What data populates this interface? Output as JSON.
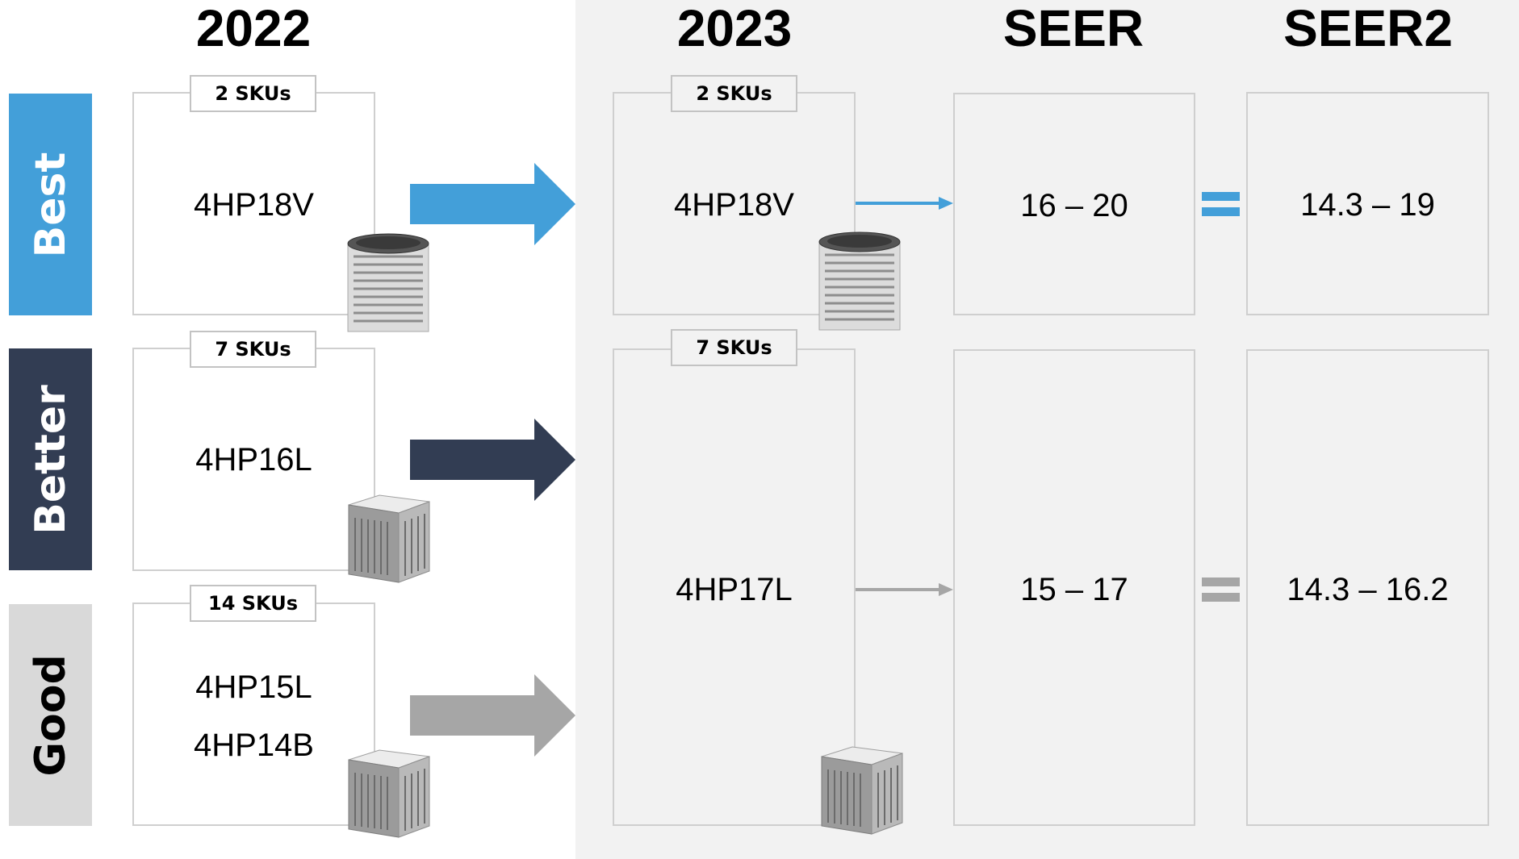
{
  "headers": {
    "y2022": "2022",
    "y2023": "2023",
    "seer": "SEER",
    "seer2": "SEER2"
  },
  "tiers": [
    {
      "label": "Best",
      "color": "#439fd9"
    },
    {
      "label": "Better",
      "color": "#323d53"
    },
    {
      "label": "Good",
      "color": "#d9d9d9"
    }
  ],
  "lineup_2022": [
    {
      "skus": "2 SKUs",
      "models": [
        "4HP18V"
      ]
    },
    {
      "skus": "7 SKUs",
      "models": [
        "4HP16L"
      ]
    },
    {
      "skus": "14 SKUs",
      "models": [
        "4HP15L",
        "4HP14B"
      ]
    }
  ],
  "lineup_2023": [
    {
      "skus": "2 SKUs",
      "model": "4HP18V",
      "seer": "16 – 20",
      "seer2": "14.3 – 19"
    },
    {
      "skus": "7 SKUs",
      "model": "4HP17L",
      "seer": "15 – 17",
      "seer2": "14.3 – 16.2"
    }
  ],
  "colors": {
    "best_arrow": "#439fd9",
    "better_arrow": "#323d53",
    "good_arrow": "#a6a6a6",
    "panel": "#f2f2f2"
  }
}
